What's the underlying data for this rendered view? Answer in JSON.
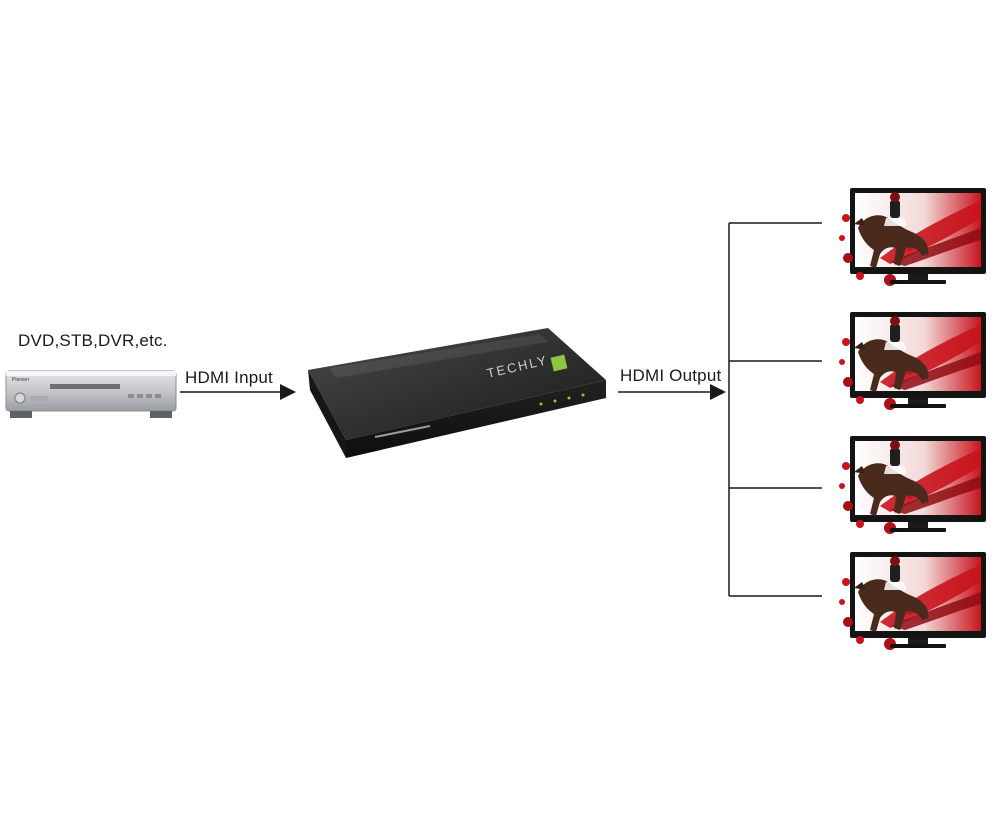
{
  "diagram": {
    "source_label": "DVD,STB,DVR,etc.",
    "input_label": "HDMI Input",
    "output_label": "HDMI Output",
    "splitter_brand": "TECHLY",
    "source_device_brand": "Pioneer",
    "display_count": 4,
    "colors": {
      "connector": "#1a1a1a",
      "splitter_body": "#2e2e2e",
      "brand_accent": "#8cc63f",
      "screen_art": "#c8141e"
    }
  }
}
